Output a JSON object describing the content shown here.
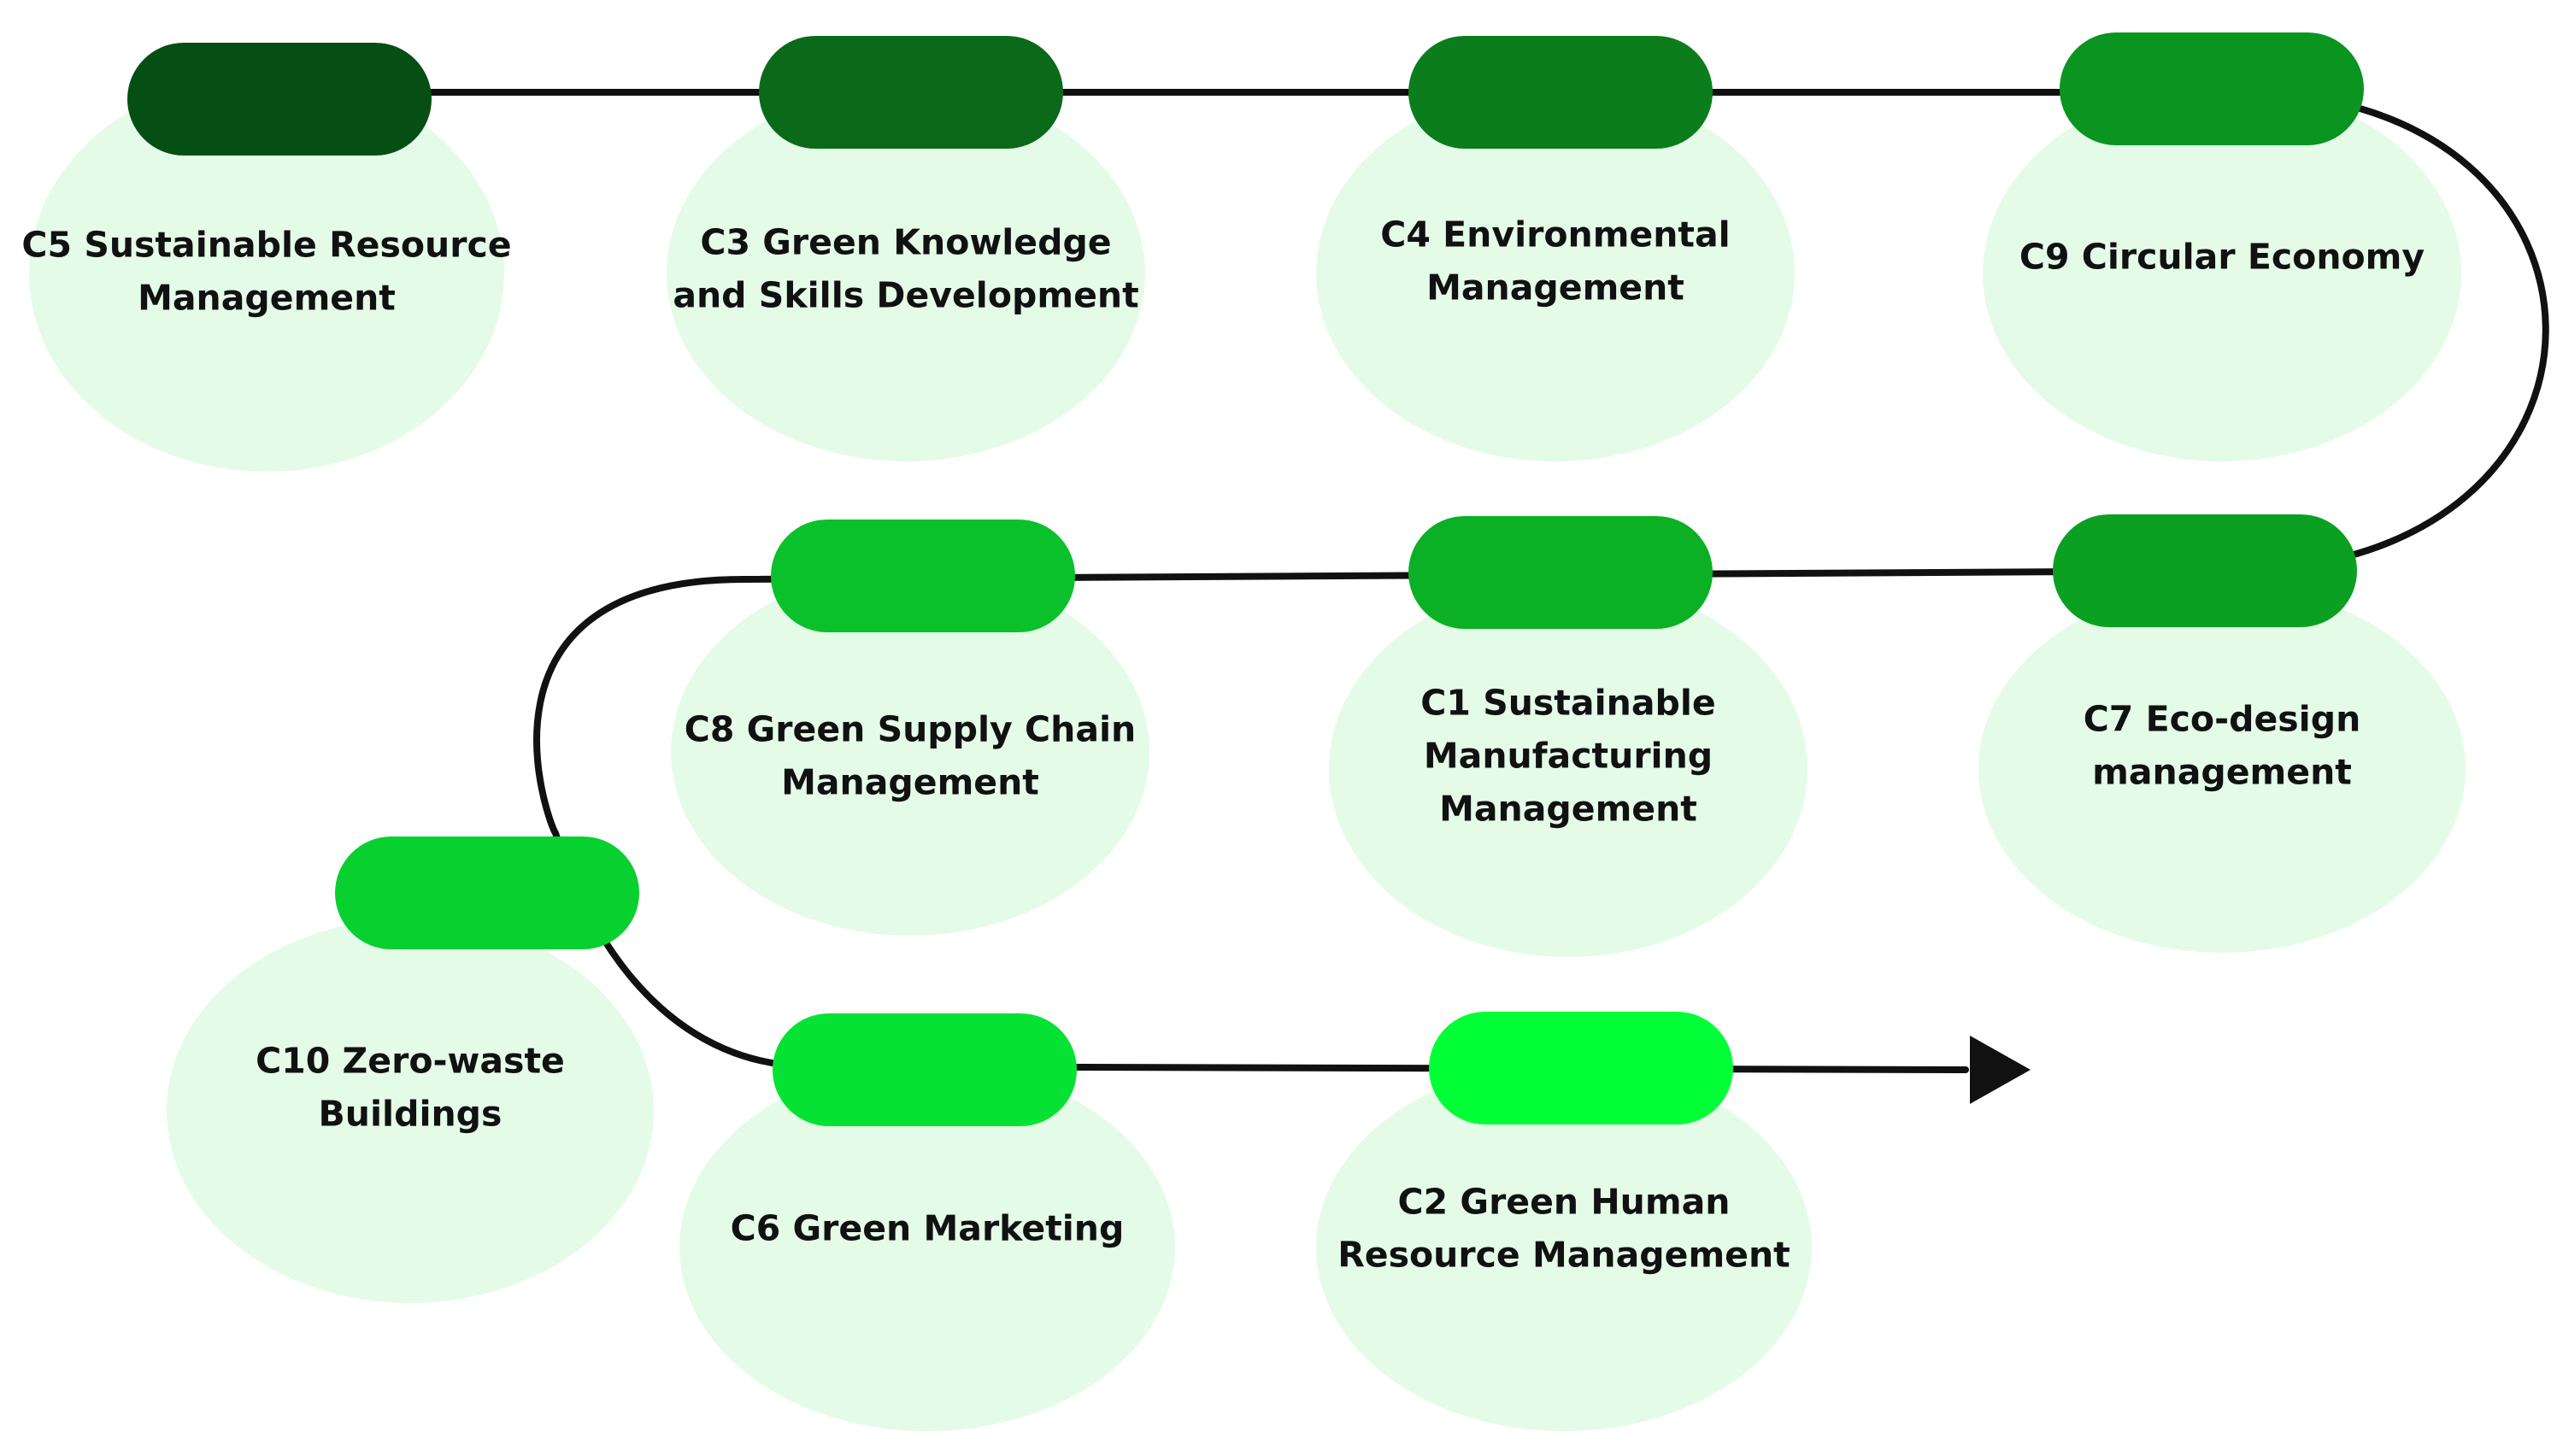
{
  "diagram": {
    "colors": {
      "blob": "#e4fbe8",
      "line": "#111111",
      "pill_shades": [
        "#064f14",
        "#0b6a1a",
        "#0c7d1c",
        "#0a9420",
        "#0ba021",
        "#0bb025",
        "#0ac12b",
        "#08d02f",
        "#06e233",
        "#00ff37"
      ]
    },
    "steps": [
      {
        "id": "C5",
        "label_lines": [
          "C5 Sustainable Resource",
          "Management"
        ],
        "shade_index": 0
      },
      {
        "id": "C3",
        "label_lines": [
          "C3 Green Knowledge",
          "and Skills Development"
        ],
        "shade_index": 1
      },
      {
        "id": "C4",
        "label_lines": [
          "C4 Environmental",
          "Management"
        ],
        "shade_index": 2
      },
      {
        "id": "C9",
        "label_lines": [
          "C9 Circular Economy"
        ],
        "shade_index": 3
      },
      {
        "id": "C7",
        "label_lines": [
          "C7 Eco-design",
          "management"
        ],
        "shade_index": 4
      },
      {
        "id": "C1",
        "label_lines": [
          "C1 Sustainable",
          "Manufacturing",
          "Management"
        ],
        "shade_index": 5
      },
      {
        "id": "C8",
        "label_lines": [
          "C8 Green Supply Chain",
          "Management"
        ],
        "shade_index": 6
      },
      {
        "id": "C10",
        "label_lines": [
          "C10 Zero-waste",
          "Buildings"
        ],
        "shade_index": 7
      },
      {
        "id": "C6",
        "label_lines": [
          "C6 Green Marketing"
        ],
        "shade_index": 8
      },
      {
        "id": "C2",
        "label_lines": [
          "C2 Green Human",
          "Resource Management"
        ],
        "shade_index": 9
      }
    ]
  }
}
